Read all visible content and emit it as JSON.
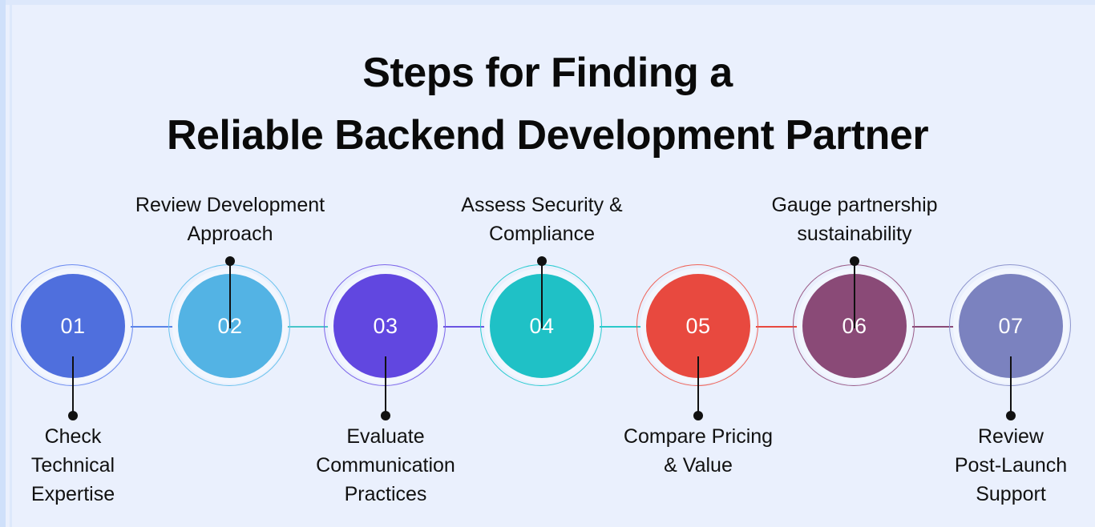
{
  "title": {
    "line1": "Steps for Finding a",
    "line2": "Reliable Backend Development Partner"
  },
  "colors": {
    "background": "#eaf0fd",
    "ring_gap": "#f2f6fe",
    "text_dark": "#111111",
    "number_text": "#ffffff"
  },
  "steps": [
    {
      "number": "01",
      "label": "Check Technical Expertise",
      "label_lines": [
        "Check",
        "Technical",
        "Expertise"
      ],
      "position": "bottom",
      "color": "#4f6fdd",
      "ring_color": "#6b8af0"
    },
    {
      "number": "02",
      "label": "Review Development Approach",
      "label_lines": [
        "Review Development",
        "Approach"
      ],
      "position": "top",
      "color": "#53b3e4",
      "ring_color": "#6cc3ee"
    },
    {
      "number": "03",
      "label": "Evaluate Communication Practices",
      "label_lines": [
        "Evaluate",
        "Communication",
        "Practices"
      ],
      "position": "bottom",
      "color": "#6147e0",
      "ring_color": "#7c65ea"
    },
    {
      "number": "04",
      "label": "Assess Security & Compliance",
      "label_lines": [
        "Assess Security &",
        "Compliance"
      ],
      "position": "top",
      "color": "#1fc1c6",
      "ring_color": "#2cccd1"
    },
    {
      "number": "05",
      "label": "Compare Pricing & Value",
      "label_lines": [
        "Compare Pricing",
        "& Value"
      ],
      "position": "bottom",
      "color": "#e8493f",
      "ring_color": "#ef6459"
    },
    {
      "number": "06",
      "label": "Gauge partnership sustainability",
      "label_lines": [
        "Gauge partnership",
        "sustainability"
      ],
      "position": "top",
      "color": "#8a4a77",
      "ring_color": "#9b5c88"
    },
    {
      "number": "07",
      "label": "Review Post-Launch Support",
      "label_lines": [
        "Review",
        "Post-Launch",
        "Support"
      ],
      "position": "bottom",
      "color": "#7b82bf",
      "ring_color": "#8e95cd"
    }
  ],
  "connectors": [
    {
      "from": "01",
      "to": "02",
      "color": "#5a84e8"
    },
    {
      "from": "02",
      "to": "03",
      "color": "#49c6c9"
    },
    {
      "from": "03",
      "to": "04",
      "color": "#6b54e2"
    },
    {
      "from": "04",
      "to": "05",
      "color": "#2bc9ca"
    },
    {
      "from": "05",
      "to": "06",
      "color": "#e8493f"
    },
    {
      "from": "06",
      "to": "07",
      "color": "#8a4a77"
    }
  ]
}
